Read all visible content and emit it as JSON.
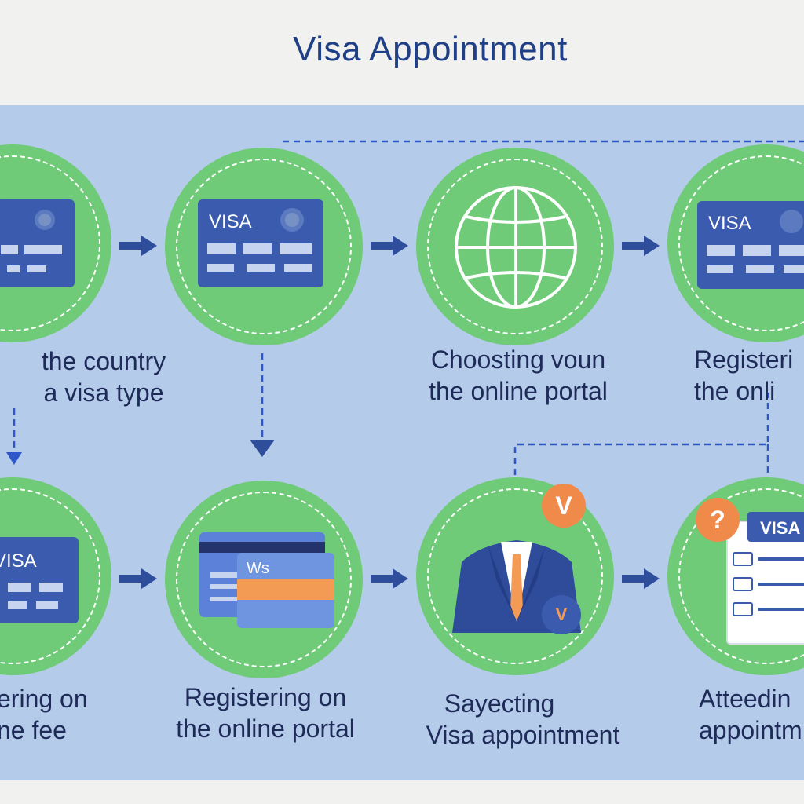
{
  "title": "Visa Appointment",
  "colors": {
    "background": "#f1f1ef",
    "panel": "#b4cbe9",
    "circle_green": "#6fcb78",
    "card_blue": "#3b5cae",
    "arrow_navy": "#2e4e9c",
    "title_navy": "#1f3f86",
    "badge_orange": "#f08a4b"
  },
  "steps": [
    {
      "label_line1": "the country",
      "label_line2": "a visa type",
      "icon": "visa-card-icon",
      "card_text": ""
    },
    {
      "label_line1": "",
      "label_line2": "",
      "icon": "visa-card-icon",
      "card_text": "VISA"
    },
    {
      "label_line1": "Choosting voun",
      "label_line2": "the online portal",
      "icon": "globe-icon",
      "card_text": ""
    },
    {
      "label_line1": "Registeri",
      "label_line2": "the onli",
      "icon": "visa-card-icon",
      "card_text": "VISA"
    },
    {
      "label_line1": "ering on",
      "label_line2": "ne fee",
      "icon": "visa-card-icon",
      "card_text": "VISA"
    },
    {
      "label_line1": "Registering on",
      "label_line2": "the online portal",
      "icon": "payment-cards-icon",
      "card_text": "Ws"
    },
    {
      "label_line1": "Sayecting",
      "label_line2": "Visa appointment",
      "icon": "suit-person-icon",
      "card_text": "",
      "badge": "V"
    },
    {
      "label_line1": "Atteedin",
      "label_line2": "appointm",
      "icon": "visa-form-icon",
      "card_text": "VISA",
      "badge": "?"
    }
  ]
}
